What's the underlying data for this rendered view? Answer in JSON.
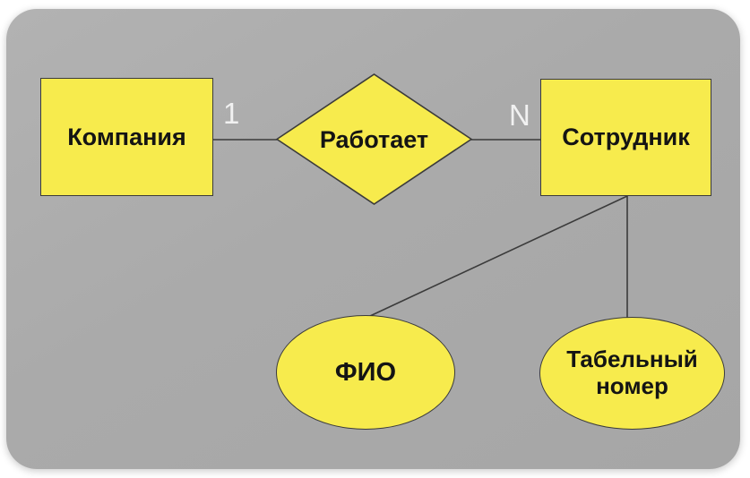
{
  "diagram": {
    "type": "entity-relationship",
    "entities": [
      {
        "id": "company",
        "label": "Компания"
      },
      {
        "id": "employee",
        "label": "Сотрудник"
      }
    ],
    "relationship": {
      "label": "Работает",
      "cardinality_left": "1",
      "cardinality_right": "N",
      "connects": [
        "company",
        "employee"
      ]
    },
    "attributes": [
      {
        "id": "fio",
        "label": "ФИО",
        "attached_to": "employee"
      },
      {
        "id": "tab-number",
        "label": "Табельный номер",
        "attached_to": "employee"
      }
    ],
    "colors": {
      "page_bg": "#ffffff",
      "canvas_bg": "#aaaaaa",
      "shape_fill": "#f7eb4d",
      "shape_border": "#3b3b3b",
      "text_color": "#141414",
      "cardinality_color": "#f1f1f1"
    }
  }
}
